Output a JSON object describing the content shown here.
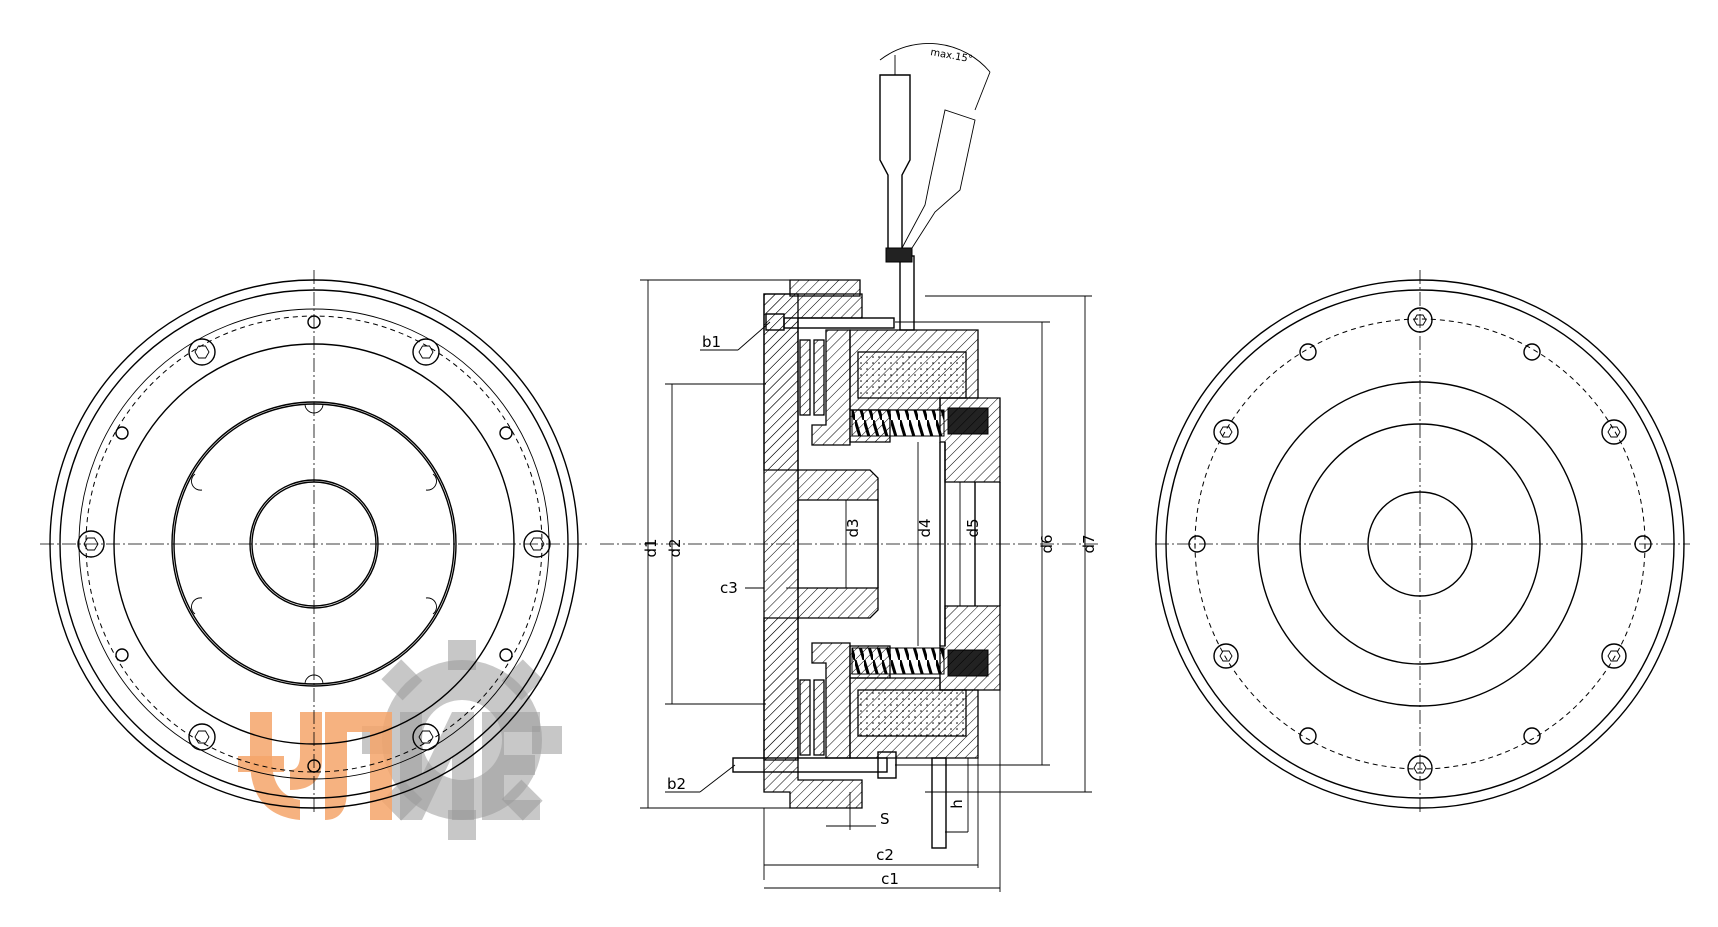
{
  "labels": {
    "b1": "b1",
    "b2": "b2",
    "c1": "c1",
    "c2": "c2",
    "c3": "c3",
    "d1": "d1",
    "d2": "d2",
    "d3": "d3",
    "d4": "d4",
    "d5": "d5",
    "d6": "d6",
    "d7": "d7",
    "s": "S",
    "h": "h",
    "angle": "max.15°"
  },
  "colors": {
    "line": "#000000",
    "background": "#ffffff",
    "watermark_orange": "#f4a46a",
    "watermark_gray": "#9a9a9a"
  }
}
